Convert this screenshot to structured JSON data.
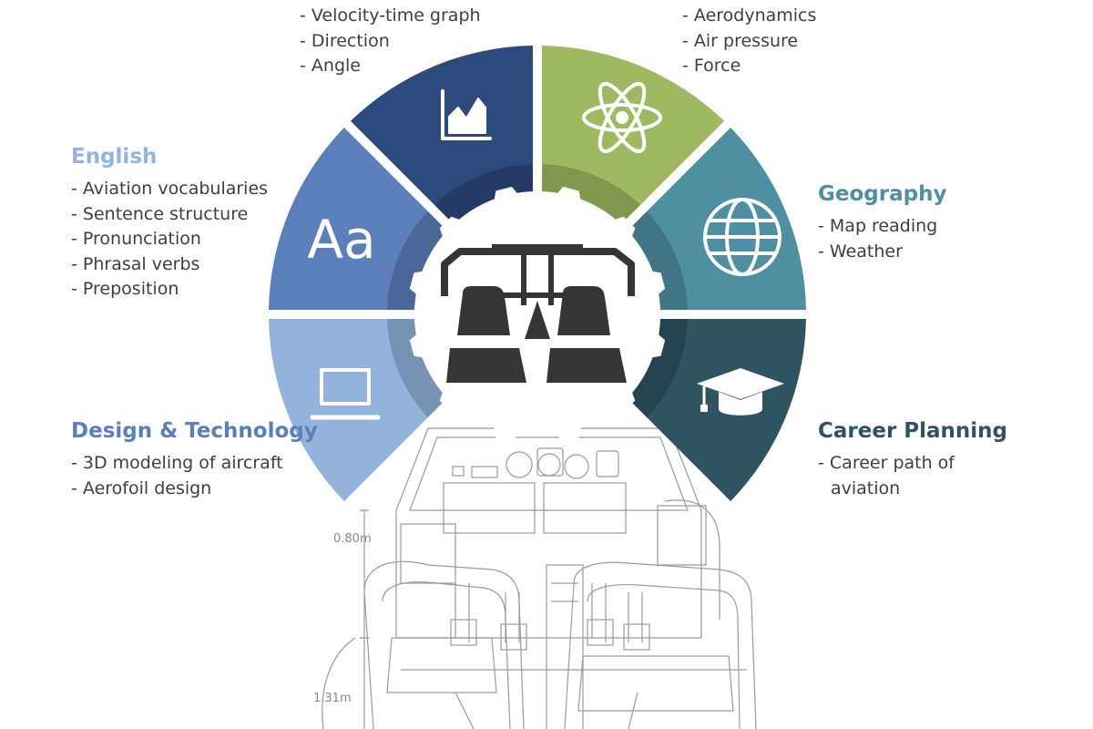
{
  "colors": {
    "english": "#93b3dd",
    "math": "#2d4a7c",
    "physics": "#9eb95f",
    "geography": "#4e8fa2",
    "career": "#2e5462",
    "design": "#5a7fbb",
    "hub_icon": "#353535",
    "blueprint_line": "#9a9a9a"
  },
  "topics": {
    "math": {
      "items": [
        "Velocity-time graph",
        "Direction",
        "Angle"
      ],
      "icon": "line-chart-icon"
    },
    "physics": {
      "items": [
        "Aerodynamics",
        "Air pressure",
        "Force"
      ],
      "icon": "atom-icon"
    },
    "english": {
      "title": "English",
      "items": [
        "Aviation vocabularies",
        "Sentence structure",
        "Pronunciation",
        "Phrasal verbs",
        "Preposition"
      ],
      "icon_text": "Aa",
      "icon": "text-aa-icon"
    },
    "geography": {
      "title": "Geography",
      "items": [
        "Map reading",
        "Weather"
      ],
      "icon": "globe-icon"
    },
    "design": {
      "title": "Design & Technology",
      "items": [
        "3D modeling of aircraft",
        "Aerofoil design"
      ],
      "icon": "laptop-icon"
    },
    "career": {
      "title": "Career Planning",
      "item_line1": "Career path of",
      "item_line2": "aviation",
      "icon": "graduation-cap-icon"
    }
  },
  "hub": {
    "icon": "cockpit-seats-icon"
  },
  "blueprint": {
    "dimension_top": "0.80m",
    "dimension_bottom": "1.31m"
  }
}
